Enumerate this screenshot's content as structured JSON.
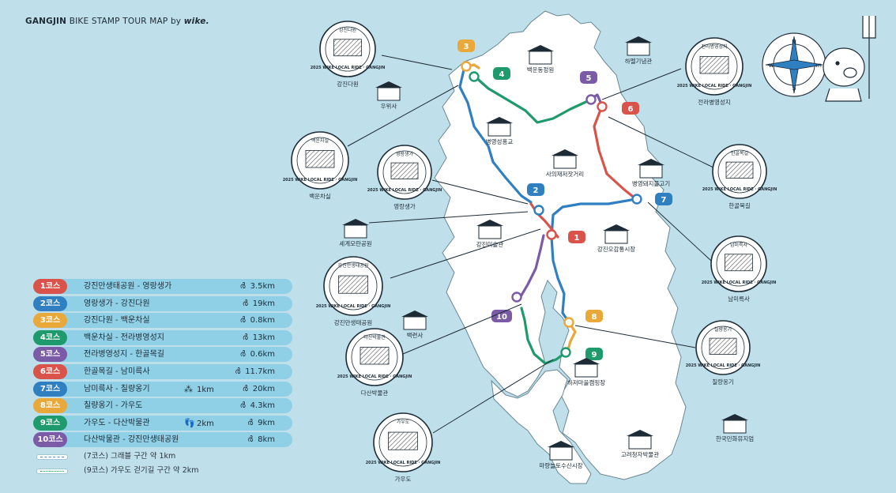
{
  "header": {
    "title_bold": "GANGJIN",
    "title_rest": "BIKE STAMP TOUR MAP by",
    "brand": "wike."
  },
  "colors": {
    "sea": "#bfe0ea",
    "land": "#ffffff",
    "course_blue": "#2f7fc1",
    "course_green": "#1f9a6c",
    "course_red": "#d9534a",
    "course_yellow": "#e8a93a",
    "course_purple": "#7b5aa6"
  },
  "legend": {
    "courses": [
      {
        "label": "1코스",
        "route": "강진만생태공원 - 영랑생가",
        "distance": "3.5km",
        "color": "#d9534a",
        "mode": "bike"
      },
      {
        "label": "2코스",
        "route": "영랑생가 - 강진다원",
        "distance": "19km",
        "color": "#2f7fc1",
        "mode": "bike"
      },
      {
        "label": "3코스",
        "route": "강진다원 - 백운차실",
        "distance": "0.8km",
        "color": "#e8a93a",
        "mode": "bike"
      },
      {
        "label": "4코스",
        "route": "백운차실 - 전라병영성지",
        "distance": "13km",
        "color": "#1f9a6c",
        "mode": "bike"
      },
      {
        "label": "5코스",
        "route": "전라병영성지 - 한골목길",
        "distance": "0.6km",
        "color": "#7b5aa6",
        "mode": "bike"
      },
      {
        "label": "6코스",
        "route": "한골목길 - 남미륵사",
        "distance": "11.7km",
        "color": "#d9534a",
        "mode": "bike"
      },
      {
        "label": "7코스",
        "route": "남미륵사 - 칠량옹기",
        "distance": "20km",
        "extra": "1km",
        "extra_icon": "gravel-icon",
        "color": "#2f7fc1",
        "mode": "bike"
      },
      {
        "label": "8코스",
        "route": "칠량옹기 - 가우도",
        "distance": "4.3km",
        "color": "#e8a93a",
        "mode": "bike"
      },
      {
        "label": "9코스",
        "route": "가우도 - 다산박물관",
        "distance": "9km",
        "extra": "2km",
        "extra_icon": "footprint-icon",
        "color": "#1f9a6c",
        "mode": "bike"
      },
      {
        "label": "10코스",
        "route": "다산박물관 - 강진만생태공원",
        "distance": "8km",
        "color": "#7b5aa6",
        "mode": "bike"
      }
    ],
    "notes": [
      {
        "text": "(7코스) 그래블 구간 약 1km",
        "style": "dashed-blue"
      },
      {
        "text": "(9코스) 가우도 걷기길 구간 약 2km",
        "style": "dotted-green"
      }
    ]
  },
  "stamp_text": "2025 WIKE LOCAL RIDE · GANGJIN",
  "stamps": [
    {
      "name": "강진다원",
      "top": "강진다원"
    },
    {
      "name": "백운차실",
      "top": "백운차실"
    },
    {
      "name": "영랑생가",
      "top": "영랑생가"
    },
    {
      "name": "강진만생태공원",
      "top": "강진만생태공원"
    },
    {
      "name": "다산박물관",
      "top": "다산박물관"
    },
    {
      "name": "가우도",
      "top": "가우도"
    },
    {
      "name": "전라병영성지",
      "top": "전라병영성지"
    },
    {
      "name": "한골목길",
      "top": "한골목길"
    },
    {
      "name": "남미륵사",
      "top": "남미륵사"
    },
    {
      "name": "칠량옹기",
      "top": "칠량옹기"
    }
  ],
  "places": [
    "우위사",
    "백운동정원",
    "하멜기념관",
    "병영성홍교",
    "사의재저잣거리",
    "병영돼지불고기",
    "세계모란공원",
    "강진미술관",
    "강진오감통시장",
    "백련사",
    "하저마을캠핑장",
    "한국민화뮤지엄",
    "고려청자박물관",
    "마량놀토수산시장"
  ],
  "markers": [
    "1",
    "2",
    "3",
    "4",
    "5",
    "6",
    "7",
    "8",
    "9",
    "10"
  ],
  "compass": {
    "n": "N",
    "s": "S",
    "w": "w",
    "e": "m"
  }
}
